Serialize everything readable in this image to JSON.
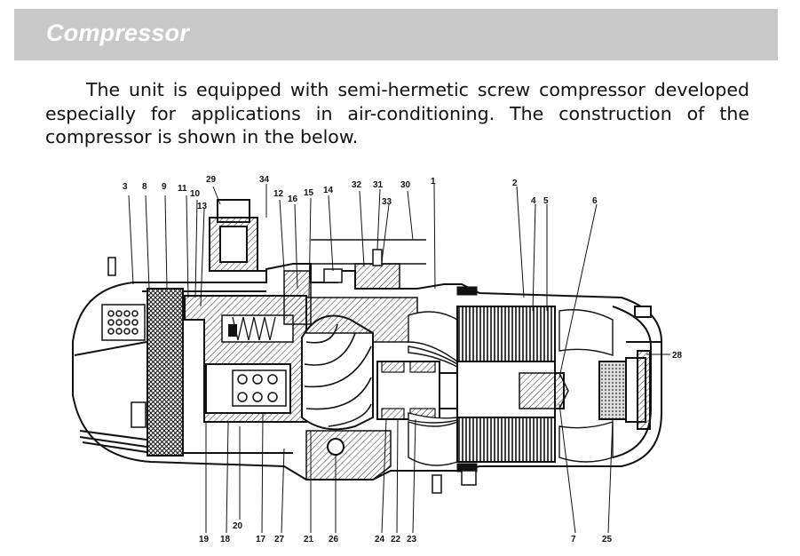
{
  "section": {
    "title": "Compressor"
  },
  "intro_text": "The unit is equipped with semi-hermetic screw compressor developed especially for applications in air-conditioning. The construction of the compressor is shown in the below.",
  "diagram": {
    "callouts_top": [
      "3",
      "8",
      "9",
      "11",
      "10",
      "13",
      "29",
      "34",
      "12",
      "16",
      "15",
      "14",
      "32",
      "31",
      "30",
      "33",
      "1",
      "2",
      "4",
      "5",
      "6"
    ],
    "callouts_bottom": [
      "20",
      "19",
      "18",
      "17",
      "27",
      "21",
      "26",
      "24",
      "22",
      "23",
      "7",
      "25"
    ],
    "callouts_right": [
      "28"
    ]
  }
}
